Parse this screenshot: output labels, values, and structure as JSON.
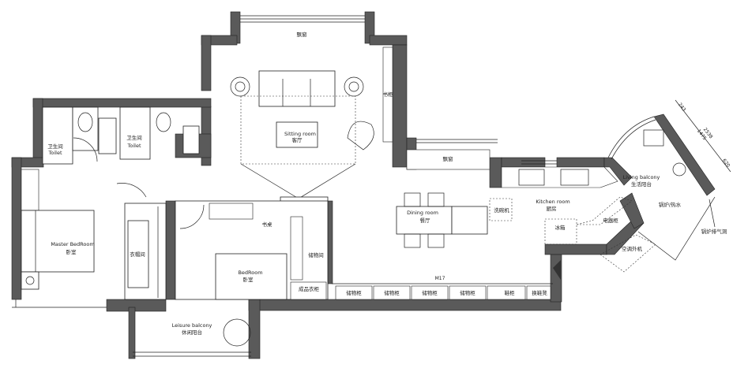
{
  "rooms": {
    "toilet_1": {
      "cn": "卫生间",
      "en": "Toilet"
    },
    "toilet_2": {
      "cn": "卫生间",
      "en": "Toilet"
    },
    "master_bedroom": {
      "en": "Master BedRoom",
      "cn": "卧室"
    },
    "cloakroom": {
      "cn": "衣帽间"
    },
    "bedroom": {
      "en": "BedRoom",
      "cn": "卧室"
    },
    "desk": {
      "cn": "书桌"
    },
    "storage_room": {
      "cn": "储物间"
    },
    "wardrobe": {
      "cn": "成品衣柜"
    },
    "sitting_room": {
      "en": "Sitting room",
      "cn": "客厅"
    },
    "bay_window_1": {
      "cn": "飘窗"
    },
    "bay_window_2": {
      "cn": "飘窗"
    },
    "bookcase": {
      "cn": "书柜"
    },
    "dining_room": {
      "en": "Dining room",
      "cn": "餐厅"
    },
    "dishwasher": {
      "cn": "洗碗机"
    },
    "kitchen": {
      "en": "Kitchen room",
      "cn": "厨房"
    },
    "fridge": {
      "cn": "冰箱"
    },
    "appliance_cabinet": {
      "cn": "电器柜"
    },
    "living_balcony": {
      "en": "Living balcony",
      "cn": "生活阳台"
    },
    "boiler": {
      "cn": "锅炉/热水"
    },
    "boiler_vent": {
      "cn": "锅炉排气洞"
    },
    "ac_outdoor": {
      "cn": "空调外机"
    },
    "leisure_balcony": {
      "en": "Leisure balcony",
      "cn": "休闲阳台"
    },
    "door_tag": {
      "en": "M17"
    }
  },
  "cabinets": [
    "储物柜",
    "储物柜",
    "储物柜",
    "储物柜",
    "鞋柜",
    "换鞋凳"
  ],
  "dimensions": [
    "243",
    "2538",
    "1475",
    "620"
  ]
}
